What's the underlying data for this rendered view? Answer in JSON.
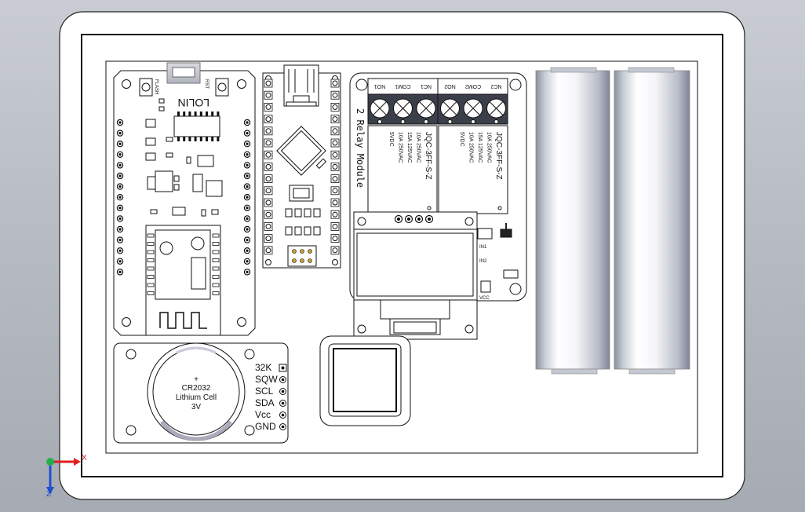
{
  "nodemcu": {
    "brand": "LOLIN",
    "flash_label": "FLASH",
    "rst_label": "RST",
    "pins_per_side": 15
  },
  "nano": {
    "pins_per_side": 15
  },
  "relay": {
    "terminals": [
      "NO1",
      "COM1",
      "NC1",
      "NO2",
      "COM2",
      "NC2"
    ],
    "module_label": "2 Relay Module",
    "relay_spec": [
      "5VDC",
      "10A 250VAC",
      "15A 125VAC",
      "10A 250VAC",
      "JQC-3FF-S-Z"
    ],
    "side_labels": [
      "IN1",
      "IN2",
      "VCC"
    ]
  },
  "oled": {
    "header_pins": 4
  },
  "rtc": {
    "battery_plus": "+",
    "battery_model": "CR2032",
    "battery_type": "Lithium Cell",
    "battery_voltage": "3V",
    "pins": [
      "32K",
      "SQW",
      "SCL",
      "SDA",
      "Vcc",
      "GND"
    ]
  },
  "triad": {
    "x_label": "X",
    "z_label": "Z"
  },
  "colors": {
    "x_axis": "#e02020",
    "y_axis": "#22b04a",
    "z_axis": "#2050d0",
    "cell_shade": "#9aa0ad"
  }
}
